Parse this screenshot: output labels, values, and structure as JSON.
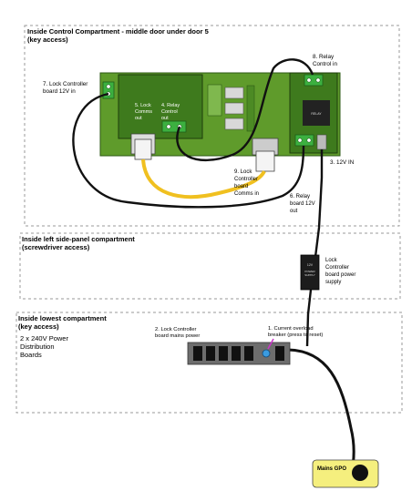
{
  "compartments": {
    "control": {
      "title_line1": "Inside Control Compartment  - middle door under door 5",
      "title_line2": "(key access)"
    },
    "side_panel": {
      "title_line1": "Inside left side-panel compartment",
      "title_line2": "(screwdriver access)"
    },
    "lowest": {
      "title_line1": "Inside lowest compartment",
      "title_line2": "(key access)",
      "note_line1": "2 x 240V Power",
      "note_line2": "Distribution",
      "note_line3": "Boards"
    }
  },
  "labels": {
    "lock_ctrl_12v_line1": "7. Lock Controller",
    "lock_ctrl_12v_line2": "board 12V in",
    "relay_ctrl_in_line1": "8. Relay",
    "relay_ctrl_in_line2": "Control in",
    "lock_comms_out_line1": "5. Lock",
    "lock_comms_out_line2": "Comms",
    "lock_comms_out_line3": "out",
    "relay_ctrl_out_line1": "4. Relay",
    "relay_ctrl_out_line2": "Control",
    "relay_ctrl_out_line3": "out",
    "relay_chip": "RELAY",
    "twelve_v_in": "3. 12V IN",
    "comms_in_line1": "9. Lock",
    "comms_in_line2": "Controller",
    "comms_in_line3": "board",
    "comms_in_line4": "Comms  in",
    "relay_12v_out_line1": "6. Relay",
    "relay_12v_out_line2": "board 12V",
    "relay_12v_out_line3": "out",
    "psu_line1": "Lock",
    "psu_line2": "Controller",
    "psu_line3": "board power",
    "psu_line4": "supply",
    "psu_text_top": "12V",
    "psu_text_mid1": "POWER",
    "psu_text_mid2": "SUPPLY",
    "mains_power_line1": "2. Lock Controller",
    "mains_power_line2": "board mains power",
    "breaker_line1": "1. Current overload",
    "breaker_line2": "breaker (press to reset)",
    "gpo": "Mains GPO"
  },
  "colors": {
    "board_green": "#5f9b2b",
    "board_dark": "#2d5a14",
    "terminal_green": "#3cb040",
    "comms_cable": "#f0c020",
    "gpo_fill": "#f5ef7e",
    "breaker_blue": "#3a9be0",
    "magenta_arrow": "#cc33cc"
  }
}
